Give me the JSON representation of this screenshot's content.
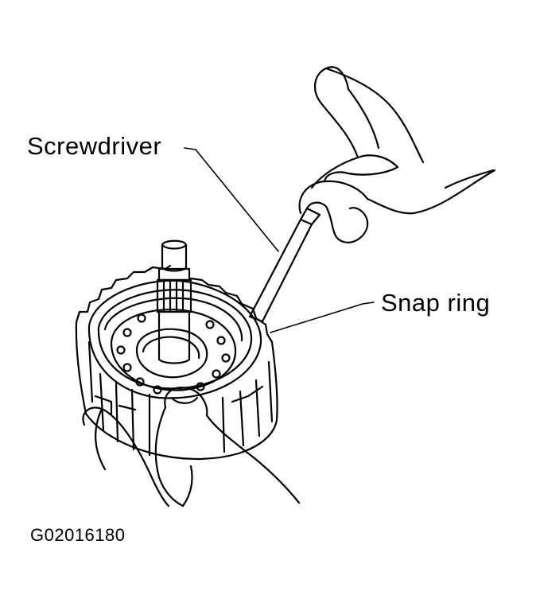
{
  "labels": {
    "screwdriver": "Screwdriver",
    "snap_ring": "Snap ring"
  },
  "figure_id": "G02016180",
  "colors": {
    "ink": "#000000",
    "paper": "#ffffff"
  }
}
